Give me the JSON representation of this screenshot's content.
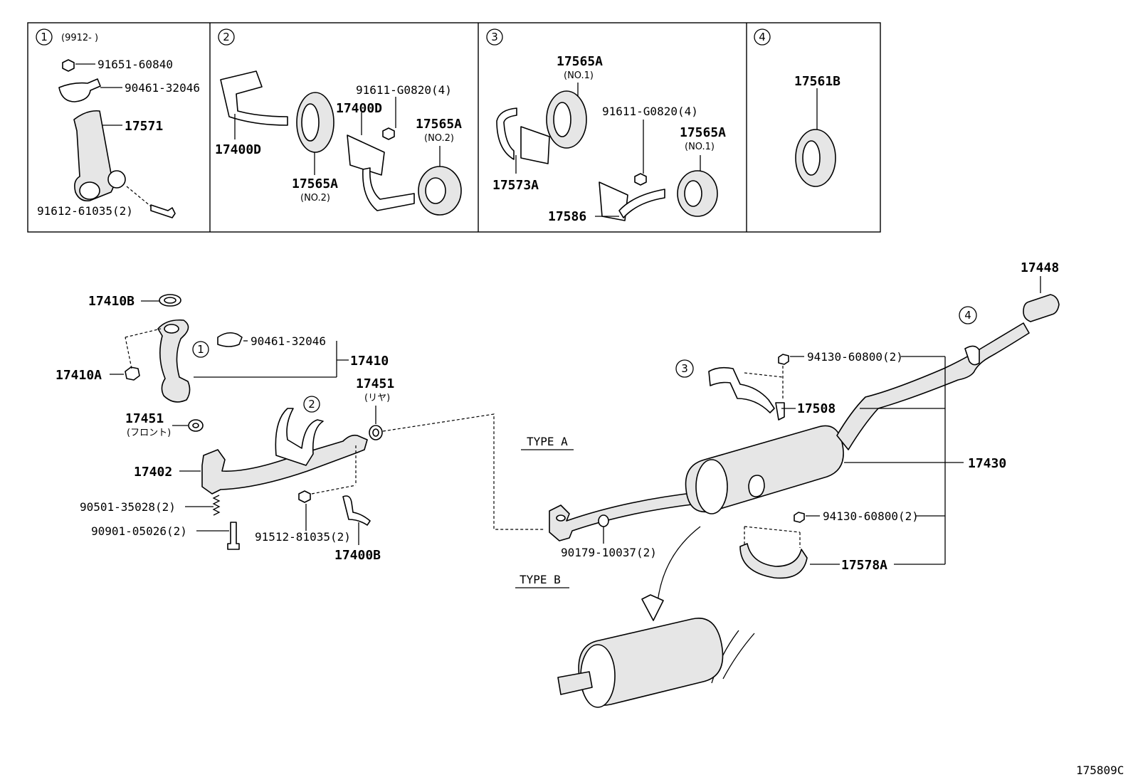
{
  "insets": [
    {
      "num": "1",
      "note": "(9912-      )",
      "labels": {
        "a": "91651-60840",
        "b": "90461-32046",
        "c": "17571",
        "d": "91612-61035(2)"
      }
    },
    {
      "num": "2",
      "labels": {
        "a": "17400D",
        "b": "17400D",
        "c": "91611-G0820(4)",
        "d": "17565A",
        "d_sub": "(NO.2)",
        "e": "17565A",
        "e_sub": "(NO.2)"
      }
    },
    {
      "num": "3",
      "labels": {
        "a": "17565A",
        "a_sub": "(NO.1)",
        "b": "91611-G0820(4)",
        "c": "17565A",
        "c_sub": "(NO.1)",
        "d": "17573A",
        "e": "17586"
      }
    },
    {
      "num": "4",
      "labels": {
        "a": "17561B"
      }
    }
  ],
  "main": {
    "callouts": {
      "c1": "1",
      "c2": "2",
      "c3": "3",
      "c4": "4"
    },
    "labels": {
      "p17410B": "17410B",
      "p17410A": "17410A",
      "p90461": "90461-32046",
      "p17410": "17410",
      "p17451f": "17451",
      "p17451f_sub": "(フロント)",
      "p17451r": "17451",
      "p17451r_sub": "(リヤ)",
      "p17402": "17402",
      "p90501": "90501-35028(2)",
      "p90901": "90901-05026(2)",
      "p91512": "91512-81035(2)",
      "p17400B": "17400B",
      "typeA": "TYPE A",
      "typeB": "TYPE B",
      "p90179": "90179-10037(2)",
      "p94130a": "94130-60800(2)",
      "p17508": "17508",
      "p17430": "17430",
      "p94130b": "94130-60800(2)",
      "p17578A": "17578A",
      "p17448": "17448",
      "figure_id": "175809C"
    }
  }
}
